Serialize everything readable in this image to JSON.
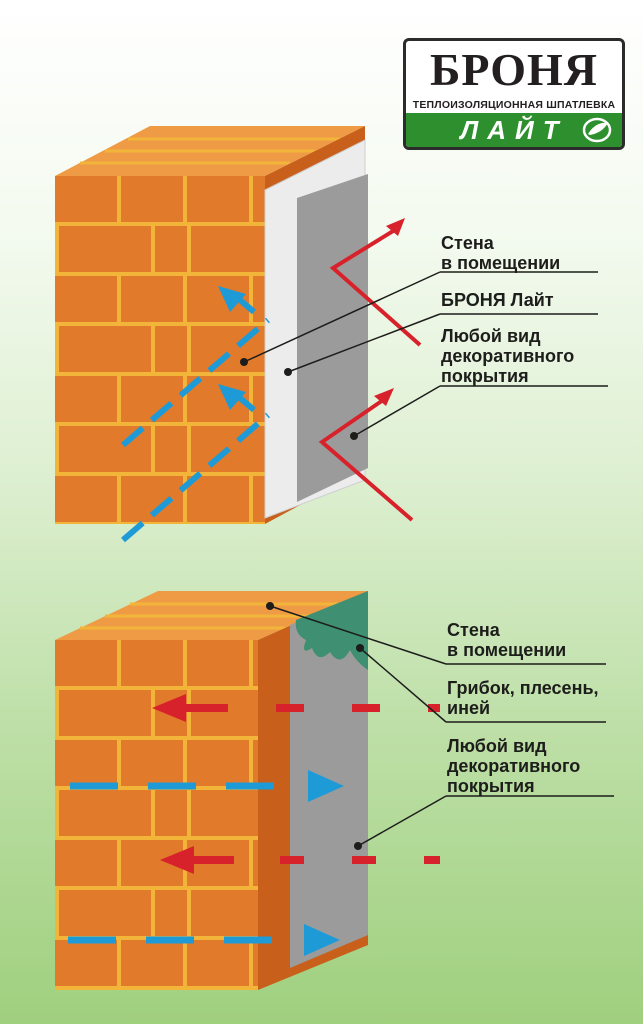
{
  "logo": {
    "brand": "БРОНЯ",
    "subtitle": "ТЕПЛОИЗОЛЯЦИОННАЯ ШПАТЛЕВКА",
    "product": "ЛАЙТ",
    "emblem_icon": "leaf-icon"
  },
  "top_diagram": {
    "labels": {
      "wall": "Стена\nв помещении",
      "coating_brand": "БРОНЯ Лайт",
      "decor": "Любой вид\nдекоративного\nпокрытия"
    }
  },
  "bottom_diagram": {
    "labels": {
      "wall": "Стена\nв помещении",
      "fungus": "Грибок, плесень,\nиней",
      "decor": "Любой вид\nдекоративного\nпокрытия"
    }
  },
  "colors": {
    "brick": "#e27a2c",
    "brick_light": "#ef9a45",
    "brick_dark": "#c8601c",
    "mortar": "#f2b53a",
    "insulation": "#ececec",
    "decor_panel": "#9b9b9b",
    "mold": "#3f8f72",
    "cold_flow": "#d8222b",
    "warm_flow": "#1e9ad6",
    "logo_green": "#2e8f2e"
  }
}
